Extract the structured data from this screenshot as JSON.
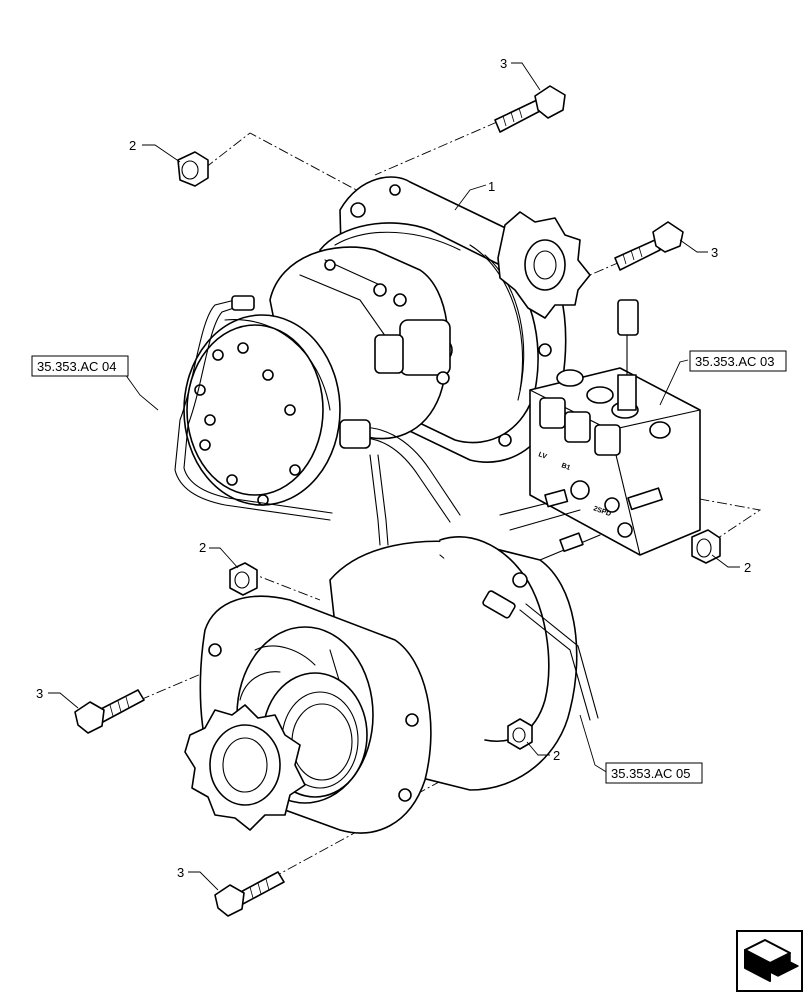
{
  "callouts": {
    "item_1": "1",
    "item_2_a": "2",
    "item_2_b": "2",
    "item_2_c": "2",
    "item_2_d": "2",
    "item_3_a": "3",
    "item_3_b": "3",
    "item_3_c": "3",
    "item_3_d": "3"
  },
  "references": {
    "ref_04": "35.353.AC 04",
    "ref_03": "35.353.AC 03",
    "ref_05": "35.353.AC 05"
  },
  "valve_marks": {
    "port_lv": "LV",
    "port_b1": "B1",
    "port_2sp": "2SPD"
  }
}
